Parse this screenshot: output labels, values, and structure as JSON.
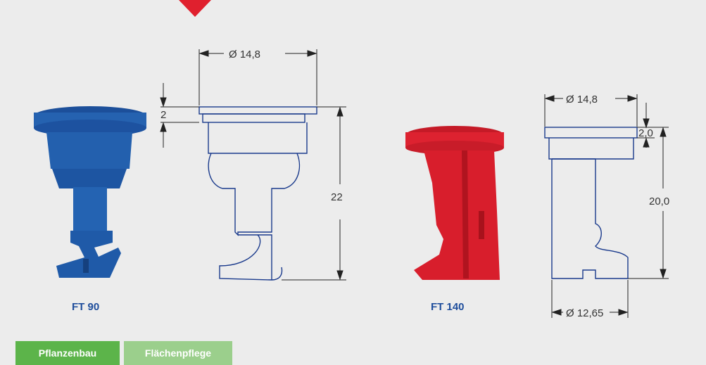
{
  "colors": {
    "background": "#ececec",
    "marker": "#e0202e",
    "blue_nozzle": "#1f5aa8",
    "red_nozzle": "#d81e2c",
    "label_text": "#1f4e9c",
    "tag_primary": "#5cb44a",
    "tag_secondary": "#9bcf8c",
    "outline": "#1a3a8c"
  },
  "products": [
    {
      "name": "FT 90",
      "dimensions": {
        "diameter": "Ø 14,8",
        "collar_height": "2",
        "length": "22"
      }
    },
    {
      "name": "FT 140",
      "dimensions": {
        "diameter_top": "Ø 14,8",
        "collar_height": "2,0",
        "length": "20,0",
        "diameter_bottom": "Ø 12,65"
      }
    }
  ],
  "tags": [
    "Pflanzenbau",
    "Flächenpflege"
  ]
}
